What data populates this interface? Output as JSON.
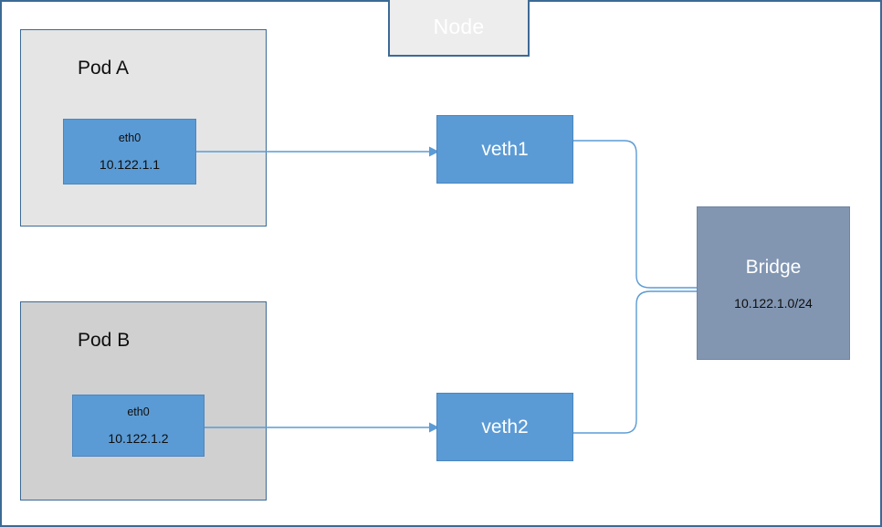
{
  "diagram": {
    "title": "Node",
    "node": {
      "label": "Node"
    },
    "pods": [
      {
        "id": "pod-a",
        "label": "Pod A",
        "fill": "#E5E5E5",
        "interface": {
          "name": "eth0",
          "ip": "10.122.1.1"
        }
      },
      {
        "id": "pod-b",
        "label": "Pod B",
        "fill": "#D0D0D0",
        "interface": {
          "name": "eth0",
          "ip": "10.122.1.2"
        }
      }
    ],
    "veths": [
      {
        "id": "veth1",
        "label": "veth1"
      },
      {
        "id": "veth2",
        "label": "veth2"
      }
    ],
    "bridge": {
      "label": "Bridge",
      "cidr": "10.122.1.0/24",
      "fill": "#8296B2"
    },
    "colors": {
      "frame": "#3C6A96",
      "accent_blue": "#5B9BD5",
      "connector": "#5B9BD5",
      "bridge_slate": "#8296B2",
      "pod_a_gray": "#E5E5E5",
      "pod_b_gray": "#D0D0D0",
      "node_gray": "#EDEDED"
    },
    "connections": [
      {
        "from": "pod-a-eth0",
        "to": "veth1",
        "style": "arrow"
      },
      {
        "from": "pod-b-eth0",
        "to": "veth2",
        "style": "arrow"
      },
      {
        "from": "veth1",
        "to": "bridge",
        "style": "elbow"
      },
      {
        "from": "veth2",
        "to": "bridge",
        "style": "elbow"
      }
    ]
  }
}
